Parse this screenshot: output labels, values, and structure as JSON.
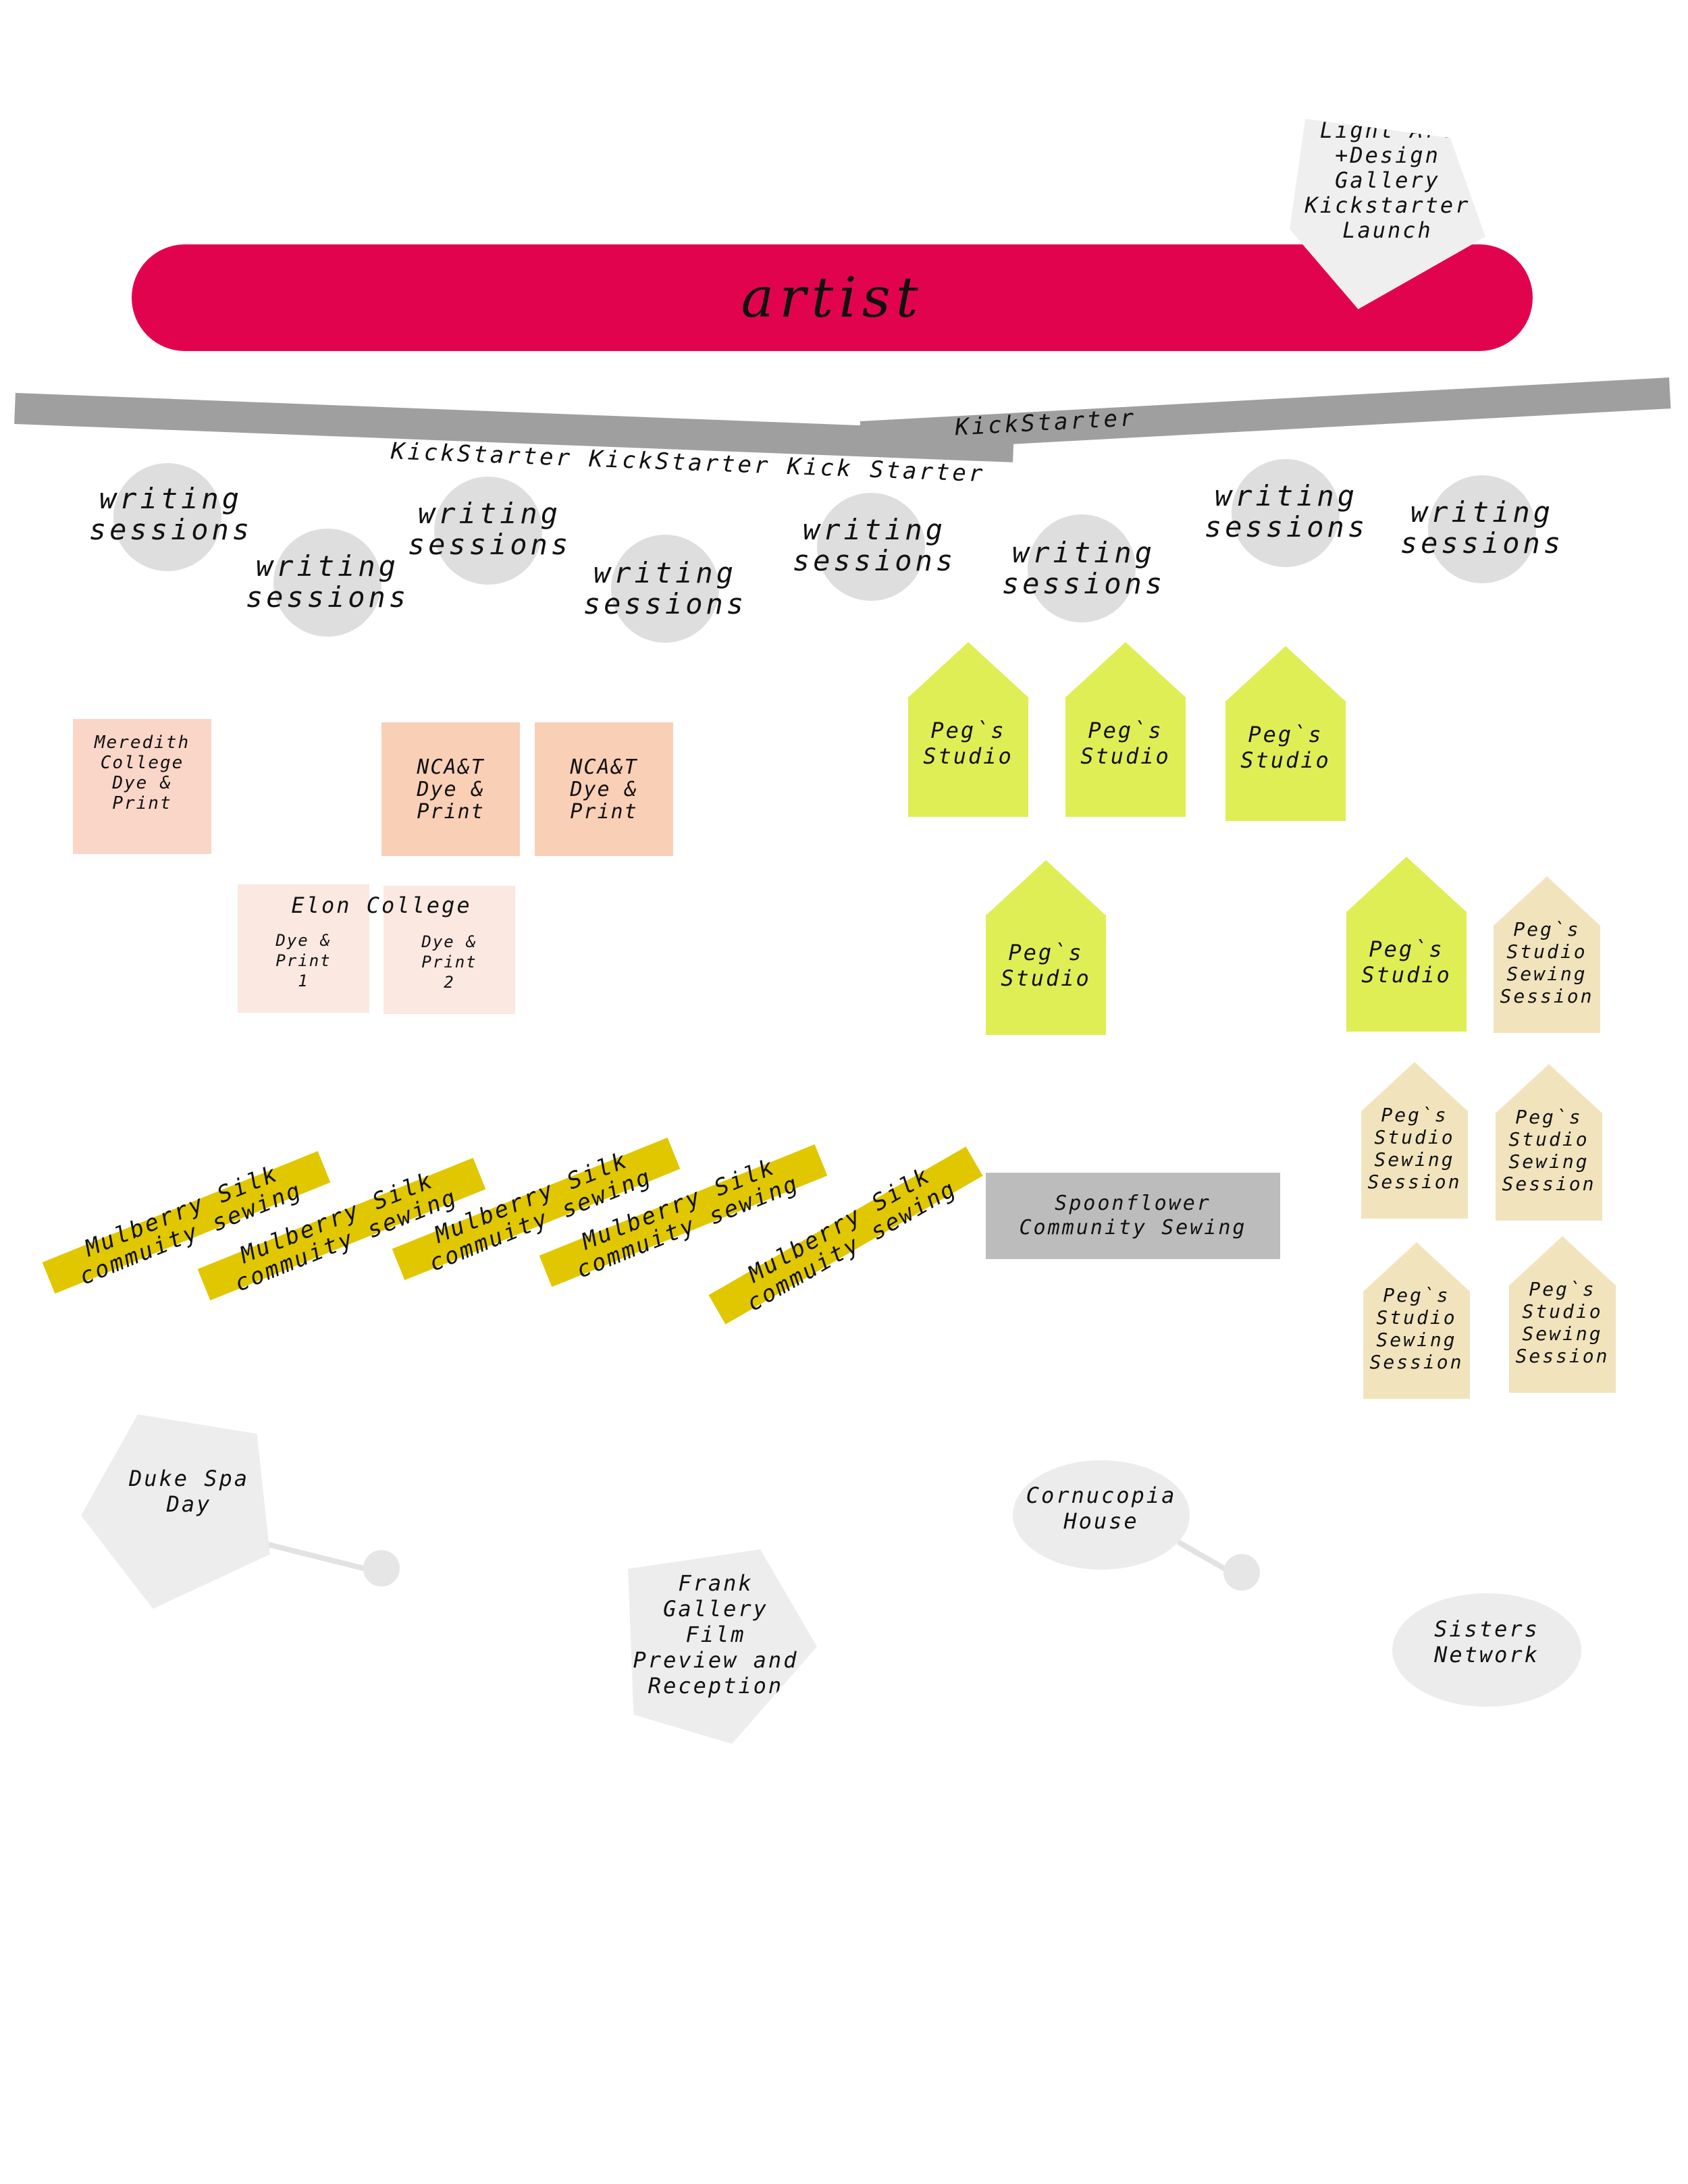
{
  "artist": {
    "label": "artist"
  },
  "light_art": {
    "label": "Light Art\n+Design\nGallery\nKickstarter\nLaunch"
  },
  "kickstarter": {
    "left": "KickStarter KickStarter Kick Starter",
    "right": "KickStarter"
  },
  "writing_sessions": [
    "writing\nsessions",
    "writing\nsessions",
    "writing\nsessions",
    "writing\nsessions",
    "writing\nsessions",
    "writing\nsessions",
    "writing\nsessions",
    "writing\nsessions"
  ],
  "workshops": {
    "meredith": "Meredith\nCollege\nDye &\nPrint",
    "ncat_1": "NCA&T\nDye &\nPrint",
    "ncat_2": "NCA&T\nDye &\nPrint",
    "elon_title": "Elon College",
    "elon_1": "Dye &\nPrint\n1",
    "elon_2": "Dye &\nPrint\n2"
  },
  "pegs_studio": [
    "Peg`s\nStudio",
    "Peg`s\nStudio",
    "Peg`s\nStudio",
    "Peg`s\nStudio",
    "Peg`s\nStudio"
  ],
  "pegs_sewing": [
    "Peg`s\nStudio\nSewing\nSession",
    "Peg`s\nStudio\nSewing\nSession",
    "Peg`s\nStudio\nSewing\nSession",
    "Peg`s\nStudio\nSewing\nSession",
    "Peg`s\nStudio\nSewing\nSession"
  ],
  "mulberry": [
    "Mulberry Silk\ncommuity sewing",
    "Mulberry Silk\ncommuity sewing",
    "Mulberry Silk\ncommuity sewing",
    "Mulberry Silk\ncommuity sewing",
    "Mulberry Silk\ncommuity sewing"
  ],
  "spoonflower": {
    "label": "Spoonflower\nCommunity Sewing"
  },
  "events": {
    "duke": "Duke Spa\nDay",
    "frank": "Frank\nGallery\nFilm\nPreview and\nReception",
    "cornucopia": "Cornucopia\nHouse",
    "sisters": "Sisters\nNetwork"
  },
  "colors": {
    "artist": "#e2034f",
    "kickstarter": "#9f9f9f",
    "writing": "#dedede",
    "pegs_studio": "#dfee55",
    "pegs_sewing": "#f1e4bd",
    "mulberry": "#e0c700",
    "meredith": "#fad6c8",
    "ncat": "#f9cfb6",
    "elon": "#fbe8e1",
    "spoonflower": "#bcbcbc",
    "events": "#ededed"
  }
}
